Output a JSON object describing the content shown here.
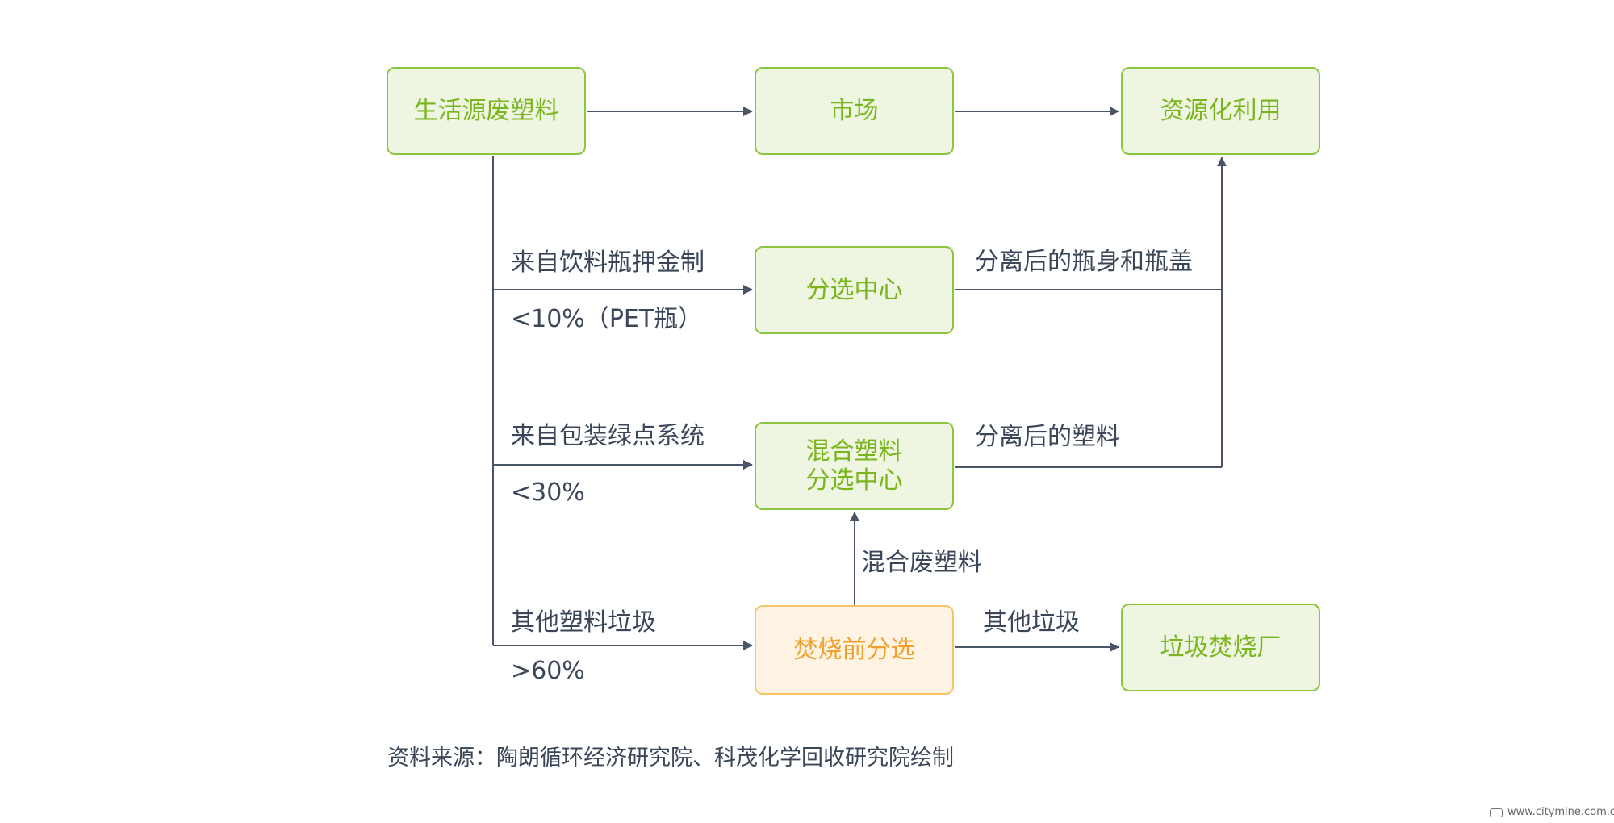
{
  "boxes": {
    "domestic_waste_plastic": "生活源废塑料",
    "market": "市场",
    "resource_utilization": "资源化利用",
    "sorting_center": "分选中心",
    "mixed_plastic_sorting_line1": "混合塑料",
    "mixed_plastic_sorting_line2": "分选中心",
    "pre_incineration_sorting": "焚烧前分选",
    "incineration_plant": "垃圾焚烧厂"
  },
  "edge_labels": {
    "deposit_system": "来自饮料瓶押金制",
    "deposit_share": "<10%（PET瓶）",
    "green_dot_system": "来自包装绿点系统",
    "green_dot_share": "<30%",
    "other_plastic_waste": "其他塑料垃圾",
    "other_share": ">60%",
    "bottles_and_caps": "分离后的瓶身和瓶盖",
    "separated_plastics": "分离后的塑料",
    "mixed_waste_plastic": "混合废塑料",
    "other_waste": "其他垃圾"
  },
  "source": "资料来源：陶朗循环经济研究院、科茂化学回收研究院绘制",
  "watermark": "www.citymine.com.cn",
  "colors": {
    "green_fill": "#eef6e1",
    "green_border": "#8cc63f",
    "green_text": "#7ab51d",
    "orange_fill": "#fff4e3",
    "orange_border": "#f7c36b",
    "orange_text": "#f0a02b",
    "line": "#4a5568",
    "label_text": "#3b4758"
  }
}
